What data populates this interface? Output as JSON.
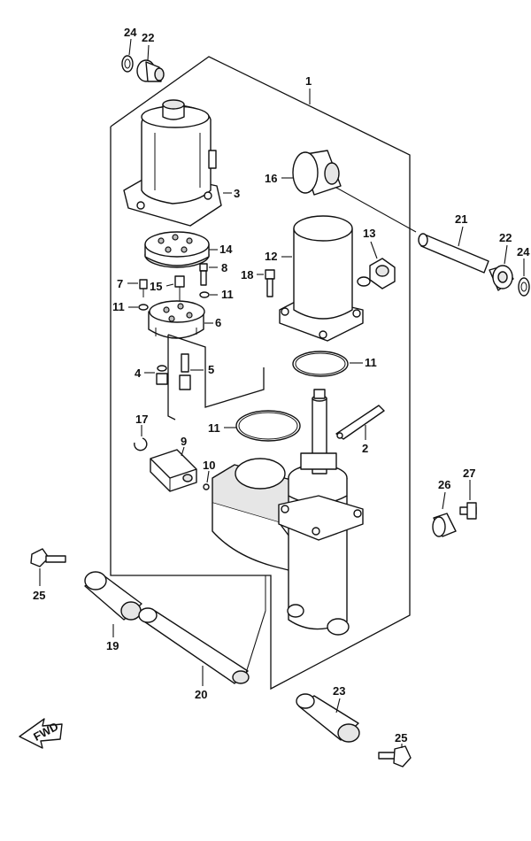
{
  "diagram": {
    "callouts": [
      {
        "id": "c1",
        "label": "1"
      },
      {
        "id": "c2",
        "label": "2"
      },
      {
        "id": "c3",
        "label": "3"
      },
      {
        "id": "c4",
        "label": "4"
      },
      {
        "id": "c5",
        "label": "5"
      },
      {
        "id": "c6",
        "label": "6"
      },
      {
        "id": "c7",
        "label": "7"
      },
      {
        "id": "c8",
        "label": "8"
      },
      {
        "id": "c9",
        "label": "9"
      },
      {
        "id": "c10",
        "label": "10"
      },
      {
        "id": "c11a",
        "label": "11"
      },
      {
        "id": "c11b",
        "label": "11"
      },
      {
        "id": "c11c",
        "label": "11"
      },
      {
        "id": "c11d",
        "label": "11"
      },
      {
        "id": "c12",
        "label": "12"
      },
      {
        "id": "c13",
        "label": "13"
      },
      {
        "id": "c14",
        "label": "14"
      },
      {
        "id": "c15",
        "label": "15"
      },
      {
        "id": "c16",
        "label": "16"
      },
      {
        "id": "c17",
        "label": "17"
      },
      {
        "id": "c18",
        "label": "18"
      },
      {
        "id": "c19",
        "label": "19"
      },
      {
        "id": "c20",
        "label": "20"
      },
      {
        "id": "c21",
        "label": "21"
      },
      {
        "id": "c22a",
        "label": "22"
      },
      {
        "id": "c22b",
        "label": "22"
      },
      {
        "id": "c23",
        "label": "23"
      },
      {
        "id": "c24a",
        "label": "24"
      },
      {
        "id": "c24b",
        "label": "24"
      },
      {
        "id": "c25a",
        "label": "25"
      },
      {
        "id": "c25b",
        "label": "25"
      },
      {
        "id": "c26",
        "label": "26"
      },
      {
        "id": "c27",
        "label": "27"
      }
    ],
    "direction_marker": {
      "label": "FWD",
      "icon": "forward-arrow-icon"
    }
  }
}
